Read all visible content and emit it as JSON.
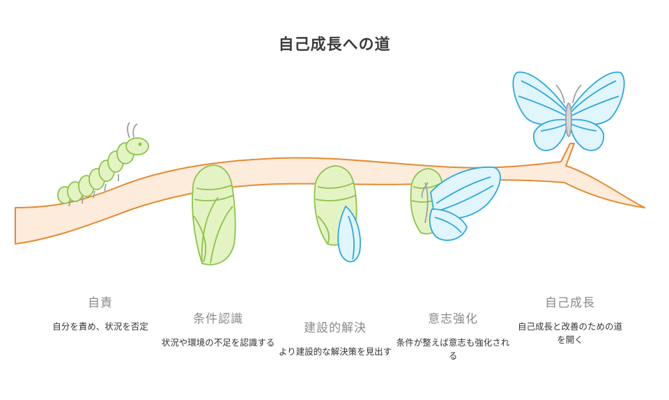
{
  "title": "自己成長への道",
  "colors": {
    "branch_fill": "#fdebdc",
    "branch_stroke": "#e48a2f",
    "green_fill": "#e4f3c4",
    "green_stroke": "#8bc34a",
    "blue_fill": "#e1f5fc",
    "blue_stroke": "#29a8dd",
    "antenna": "#9e9e9e"
  },
  "stages": [
    {
      "title": "自責",
      "description": "自分を責め、状況を否定",
      "icon": "caterpillar-icon"
    },
    {
      "title": "条件認識",
      "description": "状況や環境の不足を認識する",
      "icon": "chrysalis-icon"
    },
    {
      "title": "建設的解決",
      "description": "より建設的な解決策を見出す",
      "icon": "emerging-chrysalis-icon"
    },
    {
      "title": "意志強化",
      "description": "条件が整えば意志も強化される",
      "icon": "emerging-butterfly-icon"
    },
    {
      "title": "自己成長",
      "description": "自己成長と改善のための道を開く",
      "icon": "butterfly-icon"
    }
  ]
}
